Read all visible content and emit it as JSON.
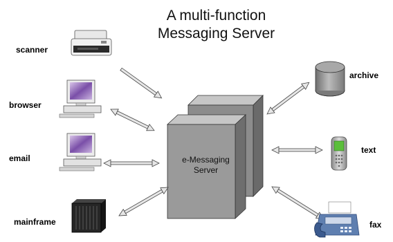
{
  "title": {
    "line1": "A multi-function",
    "line2": "Messaging Server"
  },
  "server": {
    "line1": "e-Messaging",
    "line2": "Server"
  },
  "nodes": {
    "scanner": "scanner",
    "browser": "browser",
    "email": "email",
    "mainframe": "mainframe",
    "archive": "archive",
    "text": "text",
    "fax": "fax"
  },
  "icons": {
    "scanner": "scanner-icon",
    "browser": "desktop-computer-icon",
    "email": "desktop-computer-icon",
    "mainframe": "server-tower-icon",
    "archive": "database-cylinder-icon",
    "text": "mobile-phone-icon",
    "fax": "fax-machine-icon"
  },
  "colors": {
    "server_front": "#999999",
    "server_side": "#6e6e6e",
    "server_top": "#bdbdbd",
    "arrow": "#555555"
  }
}
